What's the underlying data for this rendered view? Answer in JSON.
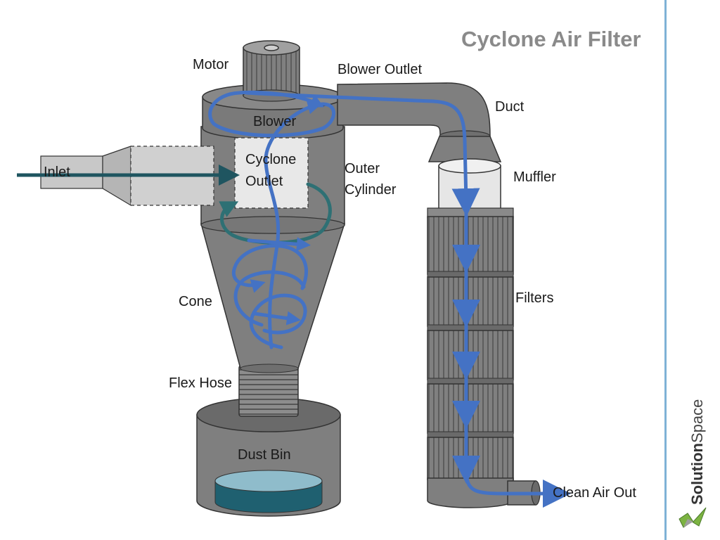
{
  "title": "Cyclone Air Filter",
  "labels": {
    "motor": "Motor",
    "blower_outlet": "Blower Outlet",
    "duct": "Duct",
    "blower": "Blower",
    "cyclone_outlet_1": "Cyclone",
    "cyclone_outlet_2": "Outlet",
    "inlet": "Inlet",
    "outer_cylinder_1": "Outer",
    "outer_cylinder_2": "Cylinder",
    "muffler": "Muffler",
    "filters": "Filters",
    "cone": "Cone",
    "flex_hose": "Flex Hose",
    "dust_bin": "Dust Bin",
    "clean_air_out": "Clean Air Out"
  },
  "brand": {
    "bold": "Solution",
    "regular": "Space"
  },
  "colors": {
    "body_gray": "#7f7f7f",
    "dark_gray": "#555555",
    "light_panel": "#e8e8e8",
    "flow_blue": "#4472c4",
    "flow_teal": "#2e7074",
    "inlet_arrow": "#1f5560",
    "dust_fill": "#1f6070",
    "title_gray": "#8a8a8a",
    "rule_blue": "#7fb2d6"
  }
}
